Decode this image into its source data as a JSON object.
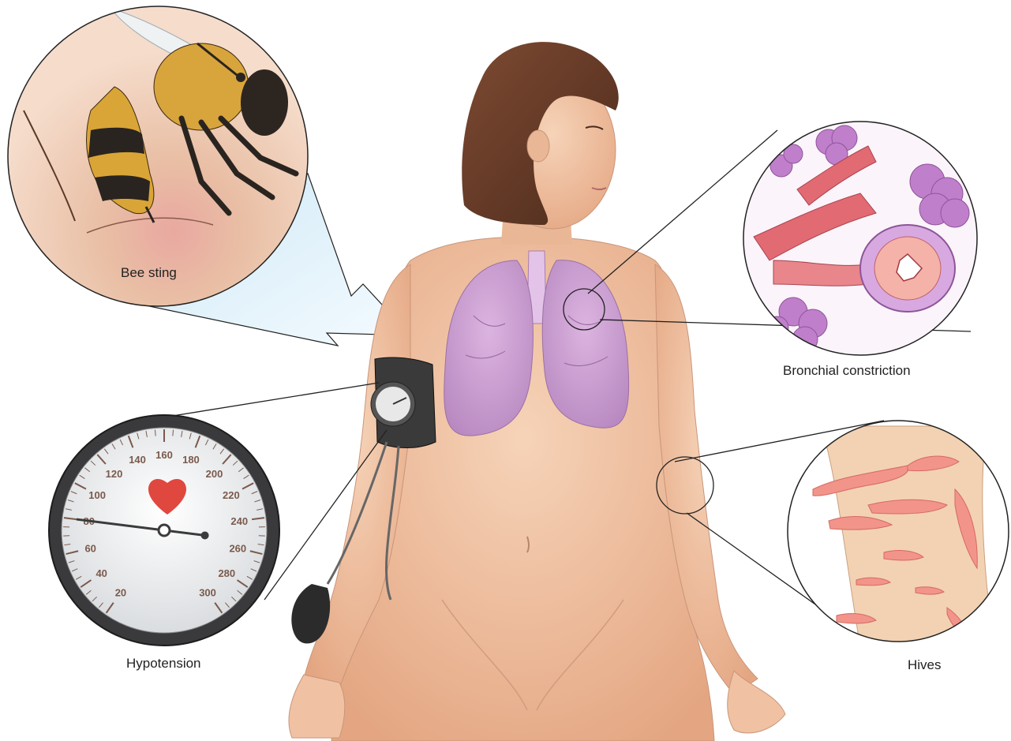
{
  "labels": {
    "bee_sting": "Bee sting",
    "bronchial_constriction": "Bronchial constriction",
    "hypotension": "Hypotension",
    "hives": "Hives"
  },
  "gauge": {
    "scale": [
      "20",
      "40",
      "60",
      "80",
      "100",
      "120",
      "140",
      "160",
      "180",
      "200",
      "220",
      "240",
      "260",
      "280",
      "300"
    ],
    "needle_reading": 80
  },
  "icons": {
    "heart": "heart-icon"
  },
  "colors": {
    "skin": "#f1c3a2",
    "lung": "#c99ad0",
    "hair": "#6a3f2a",
    "hives": "#f08a80",
    "gauge_text": "#7a5a4c",
    "heart": "#e0473f"
  }
}
